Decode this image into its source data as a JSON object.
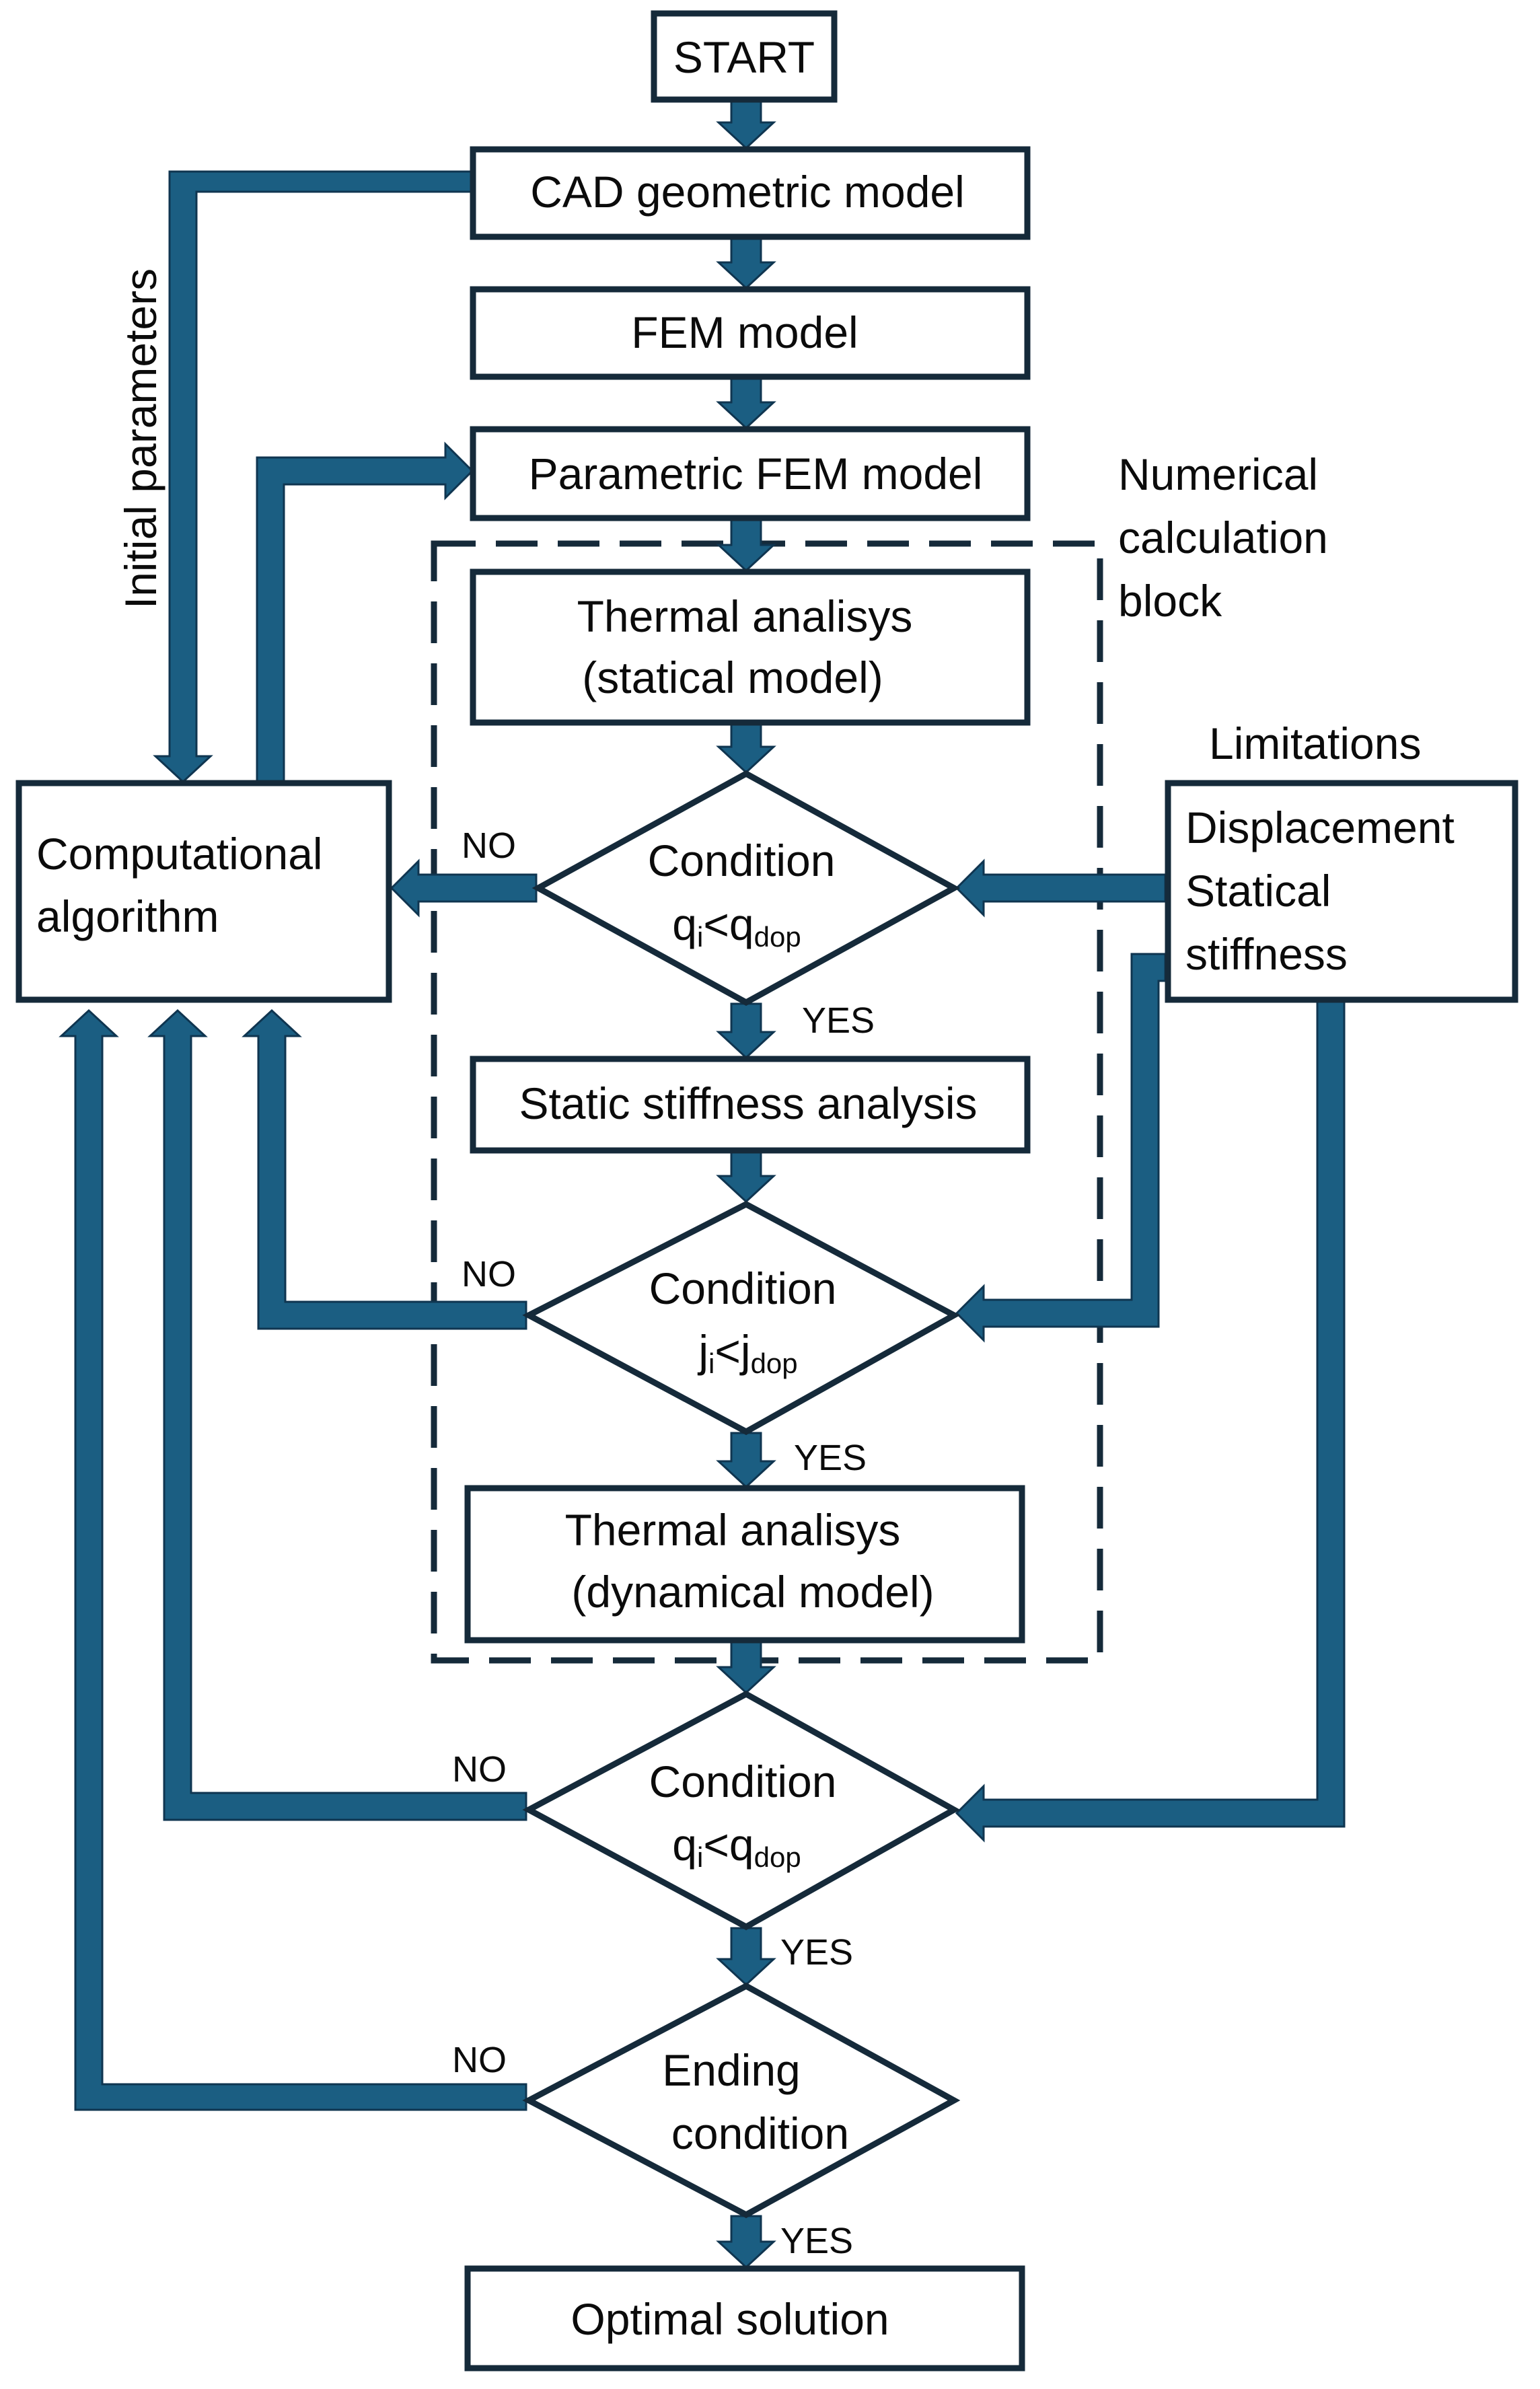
{
  "colors": {
    "box_stroke": "#152a3a",
    "arrow": "#1b5e82",
    "arrow_edge": "#0f3550",
    "text": "#0b0b0b"
  },
  "nodes": {
    "start": "START",
    "cad": "CAD geometric model",
    "fem": "FEM model",
    "param": "Parametric FEM model",
    "thermal_static_1": "Thermal analisys",
    "thermal_static_2": "(statical model)",
    "cond1": {
      "line1": "Condition",
      "q": "q",
      "i": "i",
      "lt": "<",
      "q2": "q",
      "dop": "dop"
    },
    "static_stiff": "Static stiffness analysis",
    "cond2": {
      "line1": "Condition",
      "q": "j",
      "i": "i",
      "lt": "<",
      "q2": "j",
      "dop": "dop"
    },
    "thermal_dyn_1": "Thermal analisys",
    "thermal_dyn_2": "(dynamical model)",
    "cond3": {
      "line1": "Condition",
      "q": "q",
      "i": "i",
      "lt": "<",
      "q2": "q",
      "dop": "dop"
    },
    "ending_1": "Ending",
    "ending_2": "condition",
    "optimal": "Optimal solution",
    "algorithm_1": "Computational",
    "algorithm_2": "algorithm",
    "limits_1": "Displacement",
    "limits_2": "Statical",
    "limits_3": "stiffness"
  },
  "labels": {
    "numerical_1": "Numerical",
    "numerical_2": "calculation",
    "numerical_3": "block",
    "limitations": "Limitations",
    "initial_parameters": "Initial parameters",
    "no": "NO",
    "yes": "YES"
  }
}
